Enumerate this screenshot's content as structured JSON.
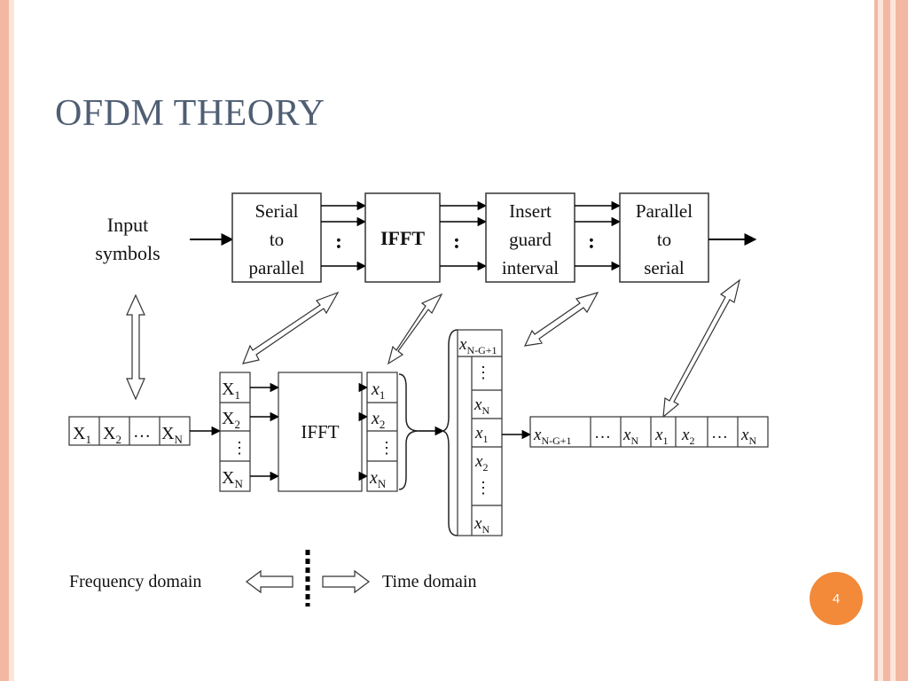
{
  "slide": {
    "title": "OFDM THEORY",
    "page_number": "4"
  },
  "diagram": {
    "input_label_line1": "Input",
    "input_label_line2": "symbols",
    "blocks": {
      "serial_to_parallel": [
        "Serial",
        "to",
        "parallel"
      ],
      "ifft_top": "IFFT",
      "insert_guard": [
        "Insert",
        "guard",
        "interval"
      ],
      "parallel_to_serial": [
        "Parallel",
        "to",
        "serial"
      ],
      "ifft_bottom": "IFFT"
    },
    "colon": ":",
    "freq_symbols": {
      "x1": "X",
      "x1_sub": "1",
      "x2": "X",
      "x2_sub": "2",
      "ellipsis": "…",
      "xn": "X",
      "xn_sub": "N"
    },
    "time_samples": {
      "x": "x",
      "sub_1": "1",
      "sub_2": "2",
      "sub_n": "N",
      "sub_ng1": "N-G+1",
      "ellipsis": "…"
    },
    "vdots": "⋮",
    "legend": {
      "frequency": "Frequency domain",
      "time": "Time domain"
    }
  },
  "colors": {
    "border_outer": "#f3b8a2",
    "page_badge": "#f28a3a",
    "title": "#4f5e73"
  }
}
